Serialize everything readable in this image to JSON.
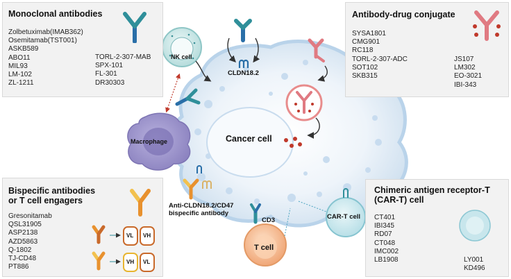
{
  "monoclonal": {
    "title": "Monoclonal antibodies",
    "col1": [
      "Zolbetuximab(IMAB362)",
      "Osemitamab(TST001)",
      "ASKB589",
      "ABO11",
      "MIL93",
      "LM-102",
      "ZL-1211"
    ],
    "col2": [
      "TORL-2-307-MAB",
      "SPX-101",
      "FL-301",
      "DR30303"
    ]
  },
  "adc": {
    "title": "Antibody-drug conjugate",
    "col1": [
      "SYSA1801",
      "CMG901",
      "RC118",
      "TORL-2-307-ADC",
      "SOT102",
      "SKB315"
    ],
    "col2": [
      "JS107",
      "LM302",
      "EO-3021",
      "IBI-343"
    ]
  },
  "bispecific": {
    "title_line1": "Bispecific antibodies",
    "title_line2": "or T cell engagers",
    "items": [
      "Gresonitamab",
      "QSL31905",
      "ASP2138",
      "AZD5863",
      "Q-1802",
      "TJ-CD48",
      "PT886"
    ],
    "vl": "VL",
    "vh": "VH"
  },
  "cart": {
    "title_line1": "Chimeric antigen receptor-T",
    "title_line2": "(CAR-T) cell",
    "col1": [
      "CT401",
      "IBI345",
      "RD07",
      "CT048",
      "IMC002",
      "LB1908"
    ],
    "col2": [
      "LY001",
      "KD496"
    ]
  },
  "labels": {
    "nk_cell": "NK cell",
    "cldn": "CLDN18.2",
    "macrophage": "Macrophage",
    "cancer_cell": "Cancer cell",
    "bispecific_line1": "Anti-CLDN18.2/CD47",
    "bispecific_line2": "bispecific antibody",
    "cd3": "CD3",
    "t_cell": "T cell",
    "cart_cell": "CAR-T cell"
  },
  "colors": {
    "panel_bg": "#f2f2f2",
    "mab_teal": "#2f8f9a",
    "mab_blue": "#2a6fa8",
    "adc_red": "#e07a82",
    "bispecific_orange": "#e8912e",
    "cancer_cell": "#dbe8f4",
    "macrophage": "#9b93c9",
    "nk_cell": "#cfe9e9",
    "t_cell": "#f2b58a",
    "cart_cell": "#c8e6ec"
  }
}
